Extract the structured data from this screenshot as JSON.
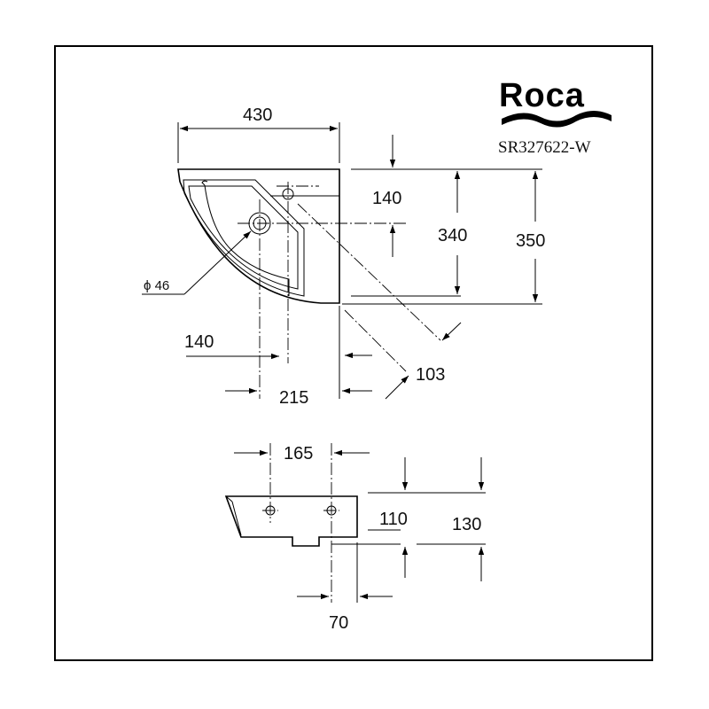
{
  "brand": {
    "name": "Roca",
    "model": "SR327622-W"
  },
  "top_view": {
    "width": "430",
    "faucet_offset": "140",
    "depth_inner": "340",
    "depth_total": "350",
    "drain_offset_x": "140",
    "drain_total_x": "215",
    "diagonal": "103",
    "hole_diameter": "ϕ 46"
  },
  "side_view": {
    "bracket_spacing": "165",
    "bracket_height": "110",
    "height_total": "130",
    "wall_offset": "70"
  }
}
